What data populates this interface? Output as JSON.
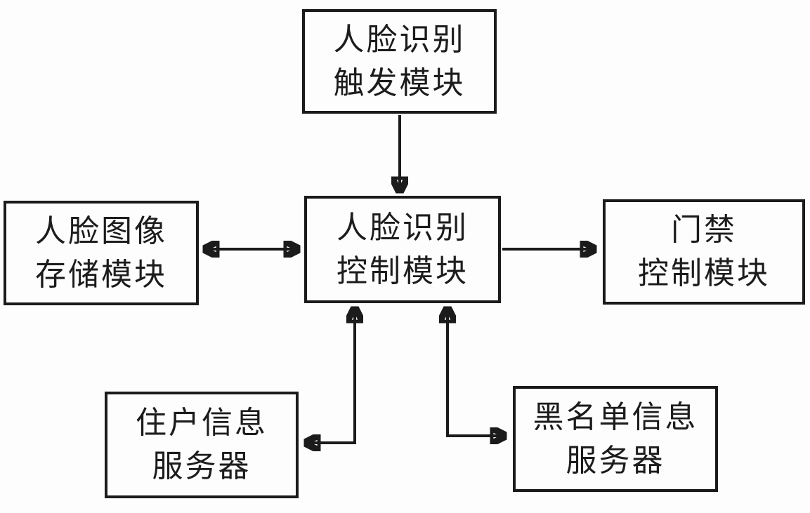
{
  "page": {
    "background_color": "#fdfdfd",
    "line_color": "#1b1b1b",
    "text_color": "#1c1c1c"
  },
  "diagram": {
    "type": "block-diagram",
    "nodes": [
      {
        "id": "face-recognition-trigger-module",
        "line1": "人脸识别",
        "line2": "触发模块"
      },
      {
        "id": "face-image-storage-module",
        "line1": "人脸图像",
        "line2": "存储模块"
      },
      {
        "id": "face-recognition-control-module",
        "line1": "人脸识别",
        "line2": "控制模块"
      },
      {
        "id": "access-control-module",
        "line1": "门禁",
        "line2": "控制模块"
      },
      {
        "id": "resident-info-server",
        "line1": "住户信息",
        "line2": "服务器"
      },
      {
        "id": "blacklist-info-server",
        "line1": "黑名单信息",
        "line2": "服务器"
      }
    ],
    "edges": [
      {
        "from": "face-recognition-trigger-module",
        "to": "face-recognition-control-module",
        "direction": "one-way",
        "shape": "straight-vertical"
      },
      {
        "from": "face-image-storage-module",
        "to": "face-recognition-control-module",
        "direction": "two-way",
        "shape": "straight-horizontal"
      },
      {
        "from": "face-recognition-control-module",
        "to": "access-control-module",
        "direction": "one-way",
        "shape": "straight-horizontal"
      },
      {
        "from": "face-recognition-control-module",
        "to": "resident-info-server",
        "direction": "two-way",
        "shape": "elbow-down-left"
      },
      {
        "from": "face-recognition-control-module",
        "to": "blacklist-info-server",
        "direction": "two-way",
        "shape": "elbow-down-right"
      }
    ]
  }
}
